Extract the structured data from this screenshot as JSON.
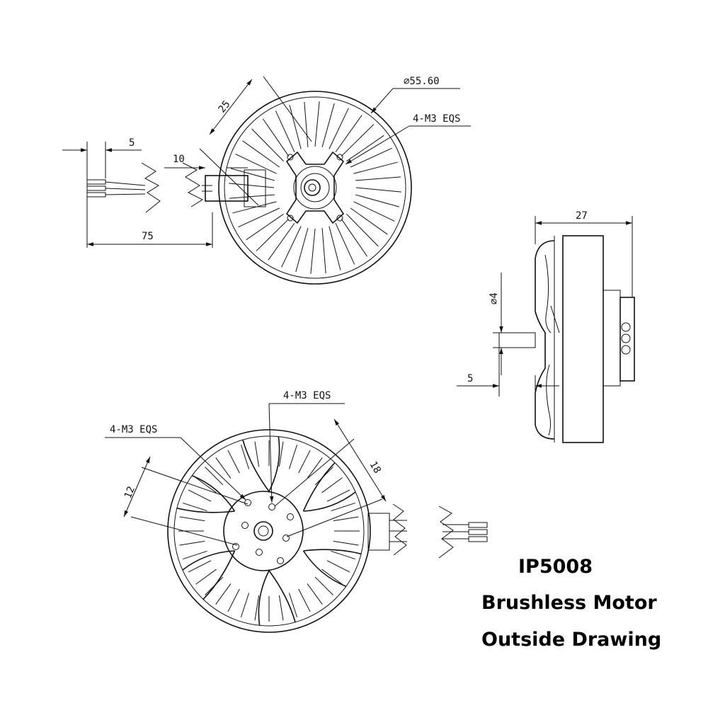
{
  "title": {
    "model": "IP5008",
    "line2": "Brushless Motor",
    "line3": "Outside Drawing"
  },
  "top_view": {
    "dim_diameter": "∅55.60",
    "dim_holes": "4-M3 EQS",
    "dim_25": "25",
    "dim_5": "5",
    "dim_10": "10",
    "dim_75": "75"
  },
  "side_view": {
    "dim_27": "27",
    "dim_shaft": "∅4",
    "dim_5": "5"
  },
  "bottom_view": {
    "dim_holes_a": "4-M3 EQS",
    "dim_holes_b": "4-M3 EQS",
    "dim_12": "12",
    "dim_18": "18"
  }
}
